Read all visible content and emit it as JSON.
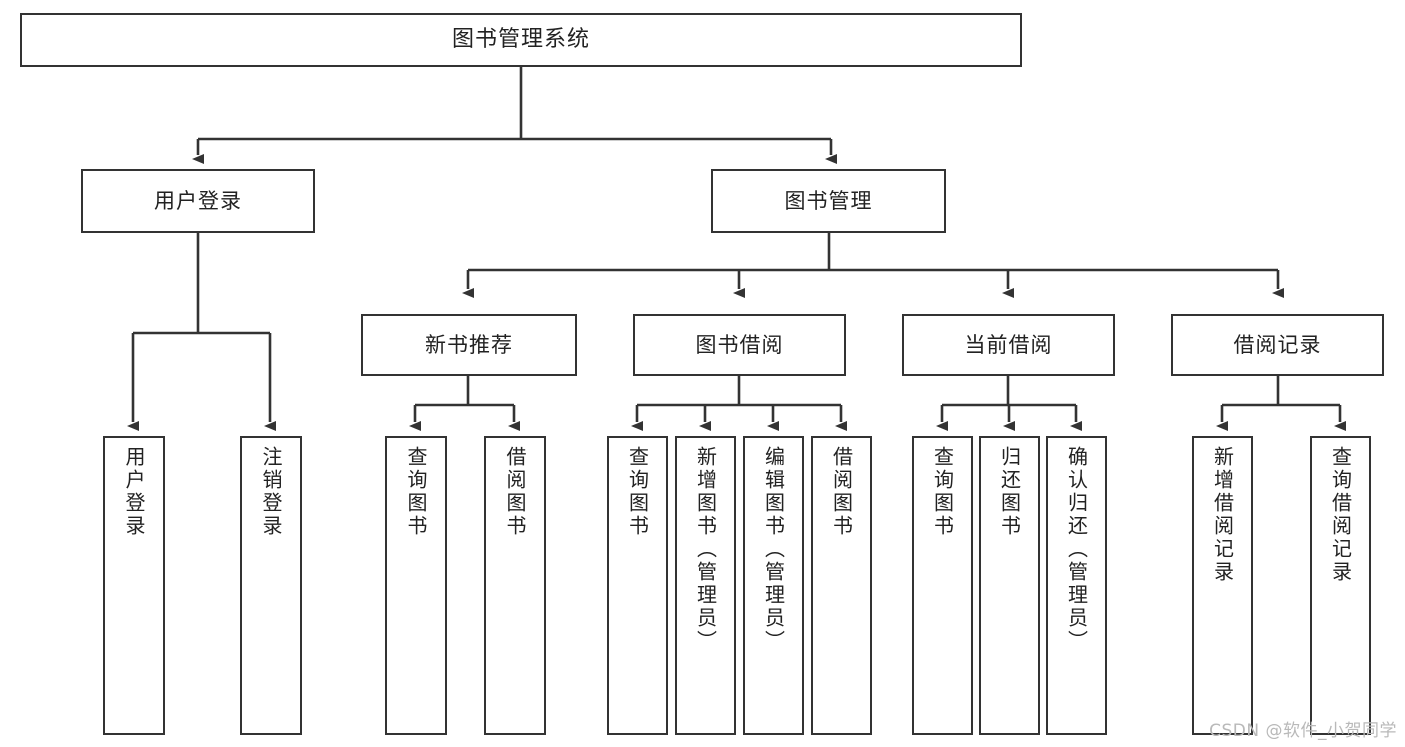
{
  "diagram": {
    "type": "tree-hierarchy-chart",
    "title": "图书管理系统",
    "stroke_color": "#333333",
    "background_color": "#ffffff",
    "watermark": "CSDN @软件_小贺同学",
    "levels": 4
  },
  "nodes": {
    "root": {
      "label": "图书管理系统"
    },
    "level2": [
      {
        "label": "用户登录"
      },
      {
        "label": "图书管理"
      }
    ],
    "level3": [
      {
        "label": "新书推荐"
      },
      {
        "label": "图书借阅"
      },
      {
        "label": "当前借阅"
      },
      {
        "label": "借阅记录"
      }
    ],
    "leaves_user_login": [
      {
        "label": "用户登录"
      },
      {
        "label": "注销登录"
      }
    ],
    "leaves_new_book": [
      {
        "label": "查询图书"
      },
      {
        "label": "借阅图书"
      }
    ],
    "leaves_borrow": [
      {
        "label": "查询图书"
      },
      {
        "label": "新增图书（管理员）"
      },
      {
        "label": "编辑图书（管理员）"
      },
      {
        "label": "借阅图书"
      }
    ],
    "leaves_current": [
      {
        "label": "查询图书"
      },
      {
        "label": "归还图书"
      },
      {
        "label": "确认归还（管理员）"
      }
    ],
    "leaves_records": [
      {
        "label": "新增借阅记录"
      },
      {
        "label": "查询借阅记录"
      }
    ]
  }
}
